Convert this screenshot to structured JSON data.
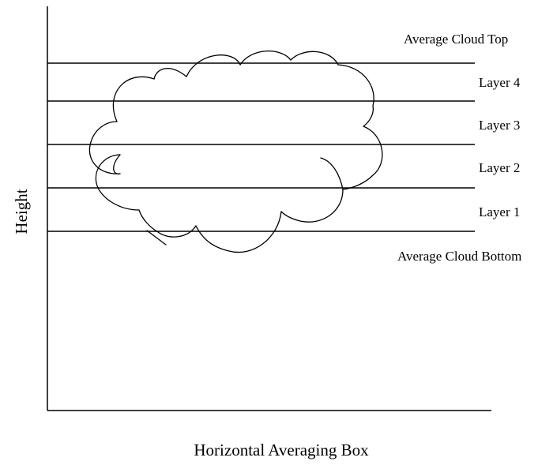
{
  "diagram": {
    "y_axis_label": "Height",
    "x_axis_label": "Horizontal Averaging Box",
    "levels": {
      "cloud_top": "Average Cloud Top",
      "layer4": "Layer 4",
      "layer3": "Layer 3",
      "layer2": "Layer 2",
      "layer1": "Layer 1",
      "cloud_bottom": "Average Cloud Bottom"
    }
  }
}
